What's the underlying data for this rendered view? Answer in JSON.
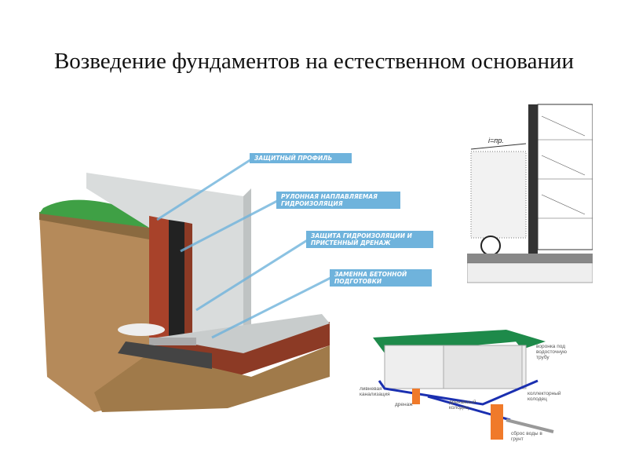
{
  "title": "Возведение фундаментов на естественном основании",
  "foundation_callouts": [
    "ЗАЩИТНЫЙ ПРОФИЛЬ",
    "РУЛОННАЯ НАПЛАВЛЯЕМАЯ ГИДРОИЗОЛЯЦИЯ",
    "ЗАЩИТА ГИДРОИЗОЛЯЦИИ И ПРИСТЕННЫЙ ДРЕНАЖ",
    "ЗАМЕННА БЕТОННОЙ ПОДГОТОВКИ"
  ],
  "section_drawing": {
    "slope_label": "i=пр."
  },
  "drainage_labels": {
    "storm": "ливневая канализация",
    "drain": "дренаж",
    "drain_well": "дренажный колодец",
    "funnel": "воронка под водосточную трубу",
    "collector": "коллекторный колодец",
    "discharge": "сброс воды в грунт"
  },
  "colors": {
    "callout": "#6fb3dc",
    "roof": "#1e8a4a",
    "pipe": "#1a2fb0",
    "well": "#f07a2a"
  }
}
